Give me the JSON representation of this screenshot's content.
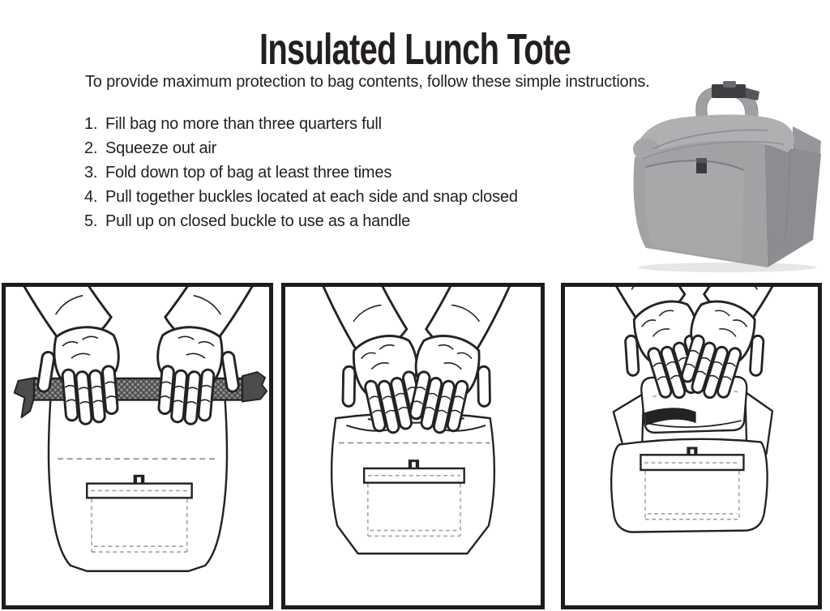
{
  "header": {
    "title": "Insulated Lunch Tote",
    "intro": "To provide maximum protection to bag contents, follow these simple instructions."
  },
  "steps": [
    {
      "num": "1.",
      "text": "Fill bag no more than three quarters full"
    },
    {
      "num": "2.",
      "text": "Squeeze out air"
    },
    {
      "num": "3.",
      "text": "Fold down top of bag at least three times"
    },
    {
      "num": "4.",
      "text": "Pull together buckles located at each side and snap closed"
    },
    {
      "num": "5.",
      "text": "Pull up on closed buckle to use as a handle"
    }
  ],
  "figures": {
    "product_photo": "gray-insulated-lunch-tote-product-photo",
    "panel1": "hands-gripping-bag-top-webbing",
    "panel2": "hands-folding-down-rolled-top",
    "panel3": "hands-snapping-buckle-closed"
  },
  "colors": {
    "text": "#231f20",
    "line_art": "#232323",
    "panel_border": "#1c1c1c",
    "bag_gray": "#a2a2a5",
    "bag_gray_dark": "#8d8d91",
    "bag_gray_light": "#b0b0b3",
    "stitch_gray": "#9a9a9a",
    "webbing_gray": "#8f8f8f",
    "buckle_dark": "#4c4c4c"
  }
}
